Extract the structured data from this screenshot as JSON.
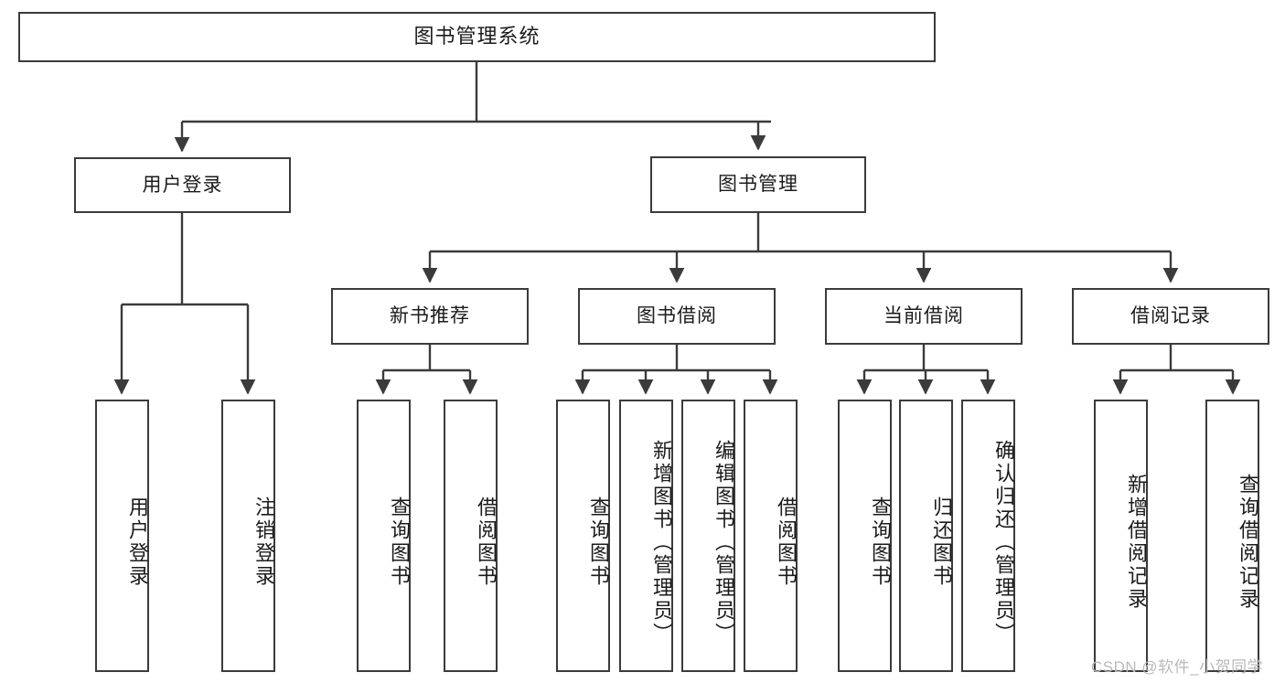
{
  "diagram": {
    "title": "图书管理系统",
    "type": "tree-hierarchy",
    "background_color": "#ffffff",
    "border_color": "#3b3b3b",
    "text_color": "#1b1b1b",
    "watermark": "CSDN @软件_小贺同学",
    "watermark_color": "#b9b9b9"
  },
  "nodes": {
    "root": {
      "label": "图书管理系统"
    },
    "level2": [
      {
        "id": "user-login",
        "label": "用户登录"
      },
      {
        "id": "book-management",
        "label": "图书管理"
      }
    ],
    "level3": [
      {
        "id": "new-book-recommend",
        "label": "新书推荐"
      },
      {
        "id": "book-borrow",
        "label": "图书借阅"
      },
      {
        "id": "current-borrow",
        "label": "当前借阅"
      },
      {
        "id": "borrow-record",
        "label": "借阅记录"
      }
    ],
    "leaves": {
      "user_login": [
        {
          "id": "leaf-user-login",
          "label": "用户登录"
        },
        {
          "id": "leaf-logout-login",
          "label": "注销登录"
        }
      ],
      "new_book_recommend": [
        {
          "id": "leaf-query-book-1",
          "label": "查询图书"
        },
        {
          "id": "leaf-borrow-book-1",
          "label": "借阅图书"
        }
      ],
      "book_borrow": [
        {
          "id": "leaf-query-book-2",
          "label": "查询图书"
        },
        {
          "id": "leaf-add-book",
          "label": "新增图书（管理员）"
        },
        {
          "id": "leaf-edit-book",
          "label": "编辑图书（管理员）"
        },
        {
          "id": "leaf-borrow-book-2",
          "label": "借阅图书"
        }
      ],
      "current_borrow": [
        {
          "id": "leaf-query-book-3",
          "label": "查询图书"
        },
        {
          "id": "leaf-return-book",
          "label": "归还图书"
        },
        {
          "id": "leaf-confirm-return",
          "label": "确认归还（管理员）"
        }
      ],
      "borrow_record": [
        {
          "id": "leaf-add-record",
          "label": "新增借阅记录"
        },
        {
          "id": "leaf-query-record",
          "label": "查询借阅记录"
        }
      ]
    }
  }
}
